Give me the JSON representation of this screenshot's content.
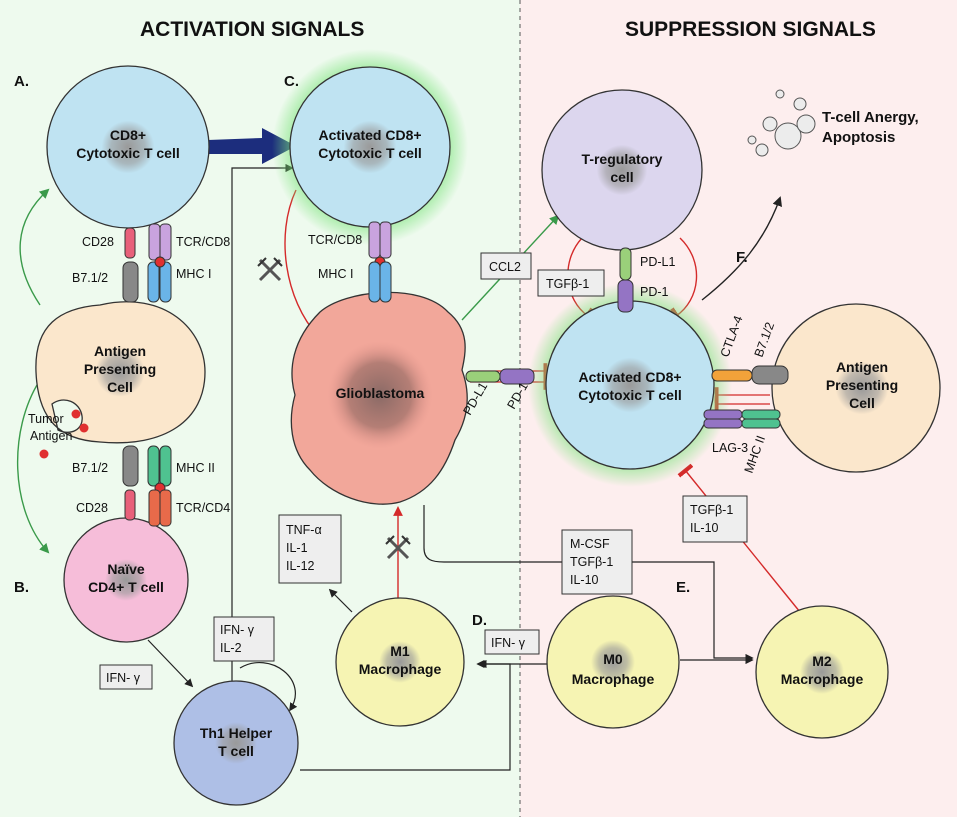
{
  "headers": {
    "activation": "ACTIVATION SIGNALS",
    "suppression": "SUPPRESSION SIGNALS"
  },
  "panels": {
    "a": "A.",
    "b": "B.",
    "c": "C.",
    "d": "D.",
    "e": "E.",
    "f": "F."
  },
  "cells": {
    "cd8": [
      "CD8+",
      "Cytotoxic T cell"
    ],
    "act_cd8_left": [
      "Activated CD8+",
      "Cytotoxic T cell"
    ],
    "apc_left": [
      "Antigen",
      "Presenting",
      "Cell"
    ],
    "naive_cd4": [
      "Naïve",
      "CD4+ T cell"
    ],
    "th1": [
      "Th1 Helper",
      "T cell"
    ],
    "glioblastoma": "Glioblastoma",
    "m1": [
      "M1",
      "Macrophage"
    ],
    "m0": [
      "M0",
      "Macrophage"
    ],
    "m2": [
      "M2",
      "Macrophage"
    ],
    "treg": [
      "T-regulatory",
      "cell"
    ],
    "act_cd8_right": [
      "Activated CD8+",
      "Cytotoxic T cell"
    ],
    "apc_right": [
      "Antigen",
      "Presenting",
      "Cell"
    ]
  },
  "receptors": {
    "cd28_top": "CD28",
    "tcr_cd8_top": "TCR/CD8",
    "b712_top": "B7.1/2",
    "mhc1_top": "MHC I",
    "b712_bottom": "B7.1/2",
    "mhc2_bottom": "MHC II",
    "cd28_bottom": "CD28",
    "tcr_cd4": "TCR/CD4",
    "tumor_antigen": [
      "Tumor",
      "Antigen"
    ],
    "tcr_cd8_c": "TCR/CD8",
    "mhc1_c": "MHC I",
    "pdl1_gbm": "PD-L1",
    "pd1_gbm": "PD-1",
    "pdl1_treg": "PD-L1",
    "pd1_treg": "PD-1",
    "ctla4": "CTLA-4",
    "b712_right": "B7.1/2",
    "lag3": "LAG-3",
    "mhc2_right": "MHC II"
  },
  "boxes": {
    "ifn_th1": "IFN- γ",
    "ifn_il2": [
      "IFN- γ",
      "IL-2"
    ],
    "tnf": [
      "TNF-α",
      "IL-1",
      "IL-12"
    ],
    "ccl2": "CCL2",
    "tgfb_treg": "TGFβ-1",
    "mcsf": [
      "M-CSF",
      "TGFβ-1",
      "IL-10"
    ],
    "ifn_m0": "IFN- γ",
    "tgfb_il10": [
      "TGFβ-1",
      "IL-10"
    ]
  },
  "anergy": [
    "T-cell Anergy,",
    "Apoptosis"
  ],
  "colors": {
    "activation_bg": "#eefaee",
    "suppression_bg": "#fdeeee",
    "t_cell": "#bfe3f2",
    "apc": "#fbe7cc",
    "naive": "#f6bdd9",
    "th1": "#aebfe6",
    "macrophage": "#f6f4b3",
    "treg": "#dcd6ee",
    "glioblastoma": "#f2a79a",
    "green_arrow": "#3a9a4a",
    "red_arrow": "#d42a2a",
    "big_arrow": "#1c2d7d"
  }
}
